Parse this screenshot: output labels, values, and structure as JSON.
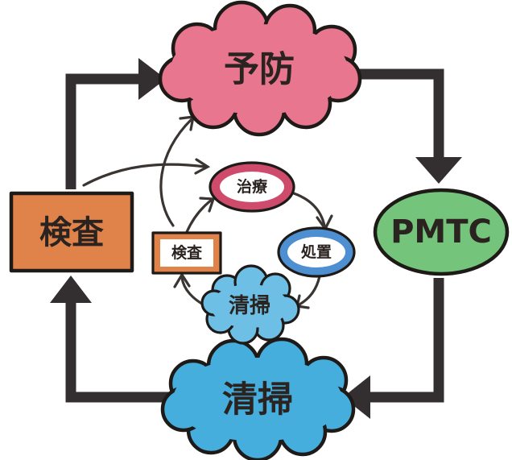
{
  "nodes": {
    "prevention": {
      "label": "予防",
      "color": "#e9768f"
    },
    "pmtc": {
      "label": "PMTC",
      "color": "#74c57b"
    },
    "cleaning_outer": {
      "label": "清掃",
      "color": "#45aedd"
    },
    "exam_outer": {
      "label": "検査",
      "color": "#e0834a"
    },
    "treatment": {
      "label": "治療",
      "color": "#cf4b6b"
    },
    "procedure": {
      "label": "処置",
      "color": "#4d8fd1"
    },
    "cleaning_inner": {
      "label": "清掃",
      "color": "#6dbfe6"
    },
    "exam_inner": {
      "label": "検査",
      "color": "#e0834a"
    }
  }
}
